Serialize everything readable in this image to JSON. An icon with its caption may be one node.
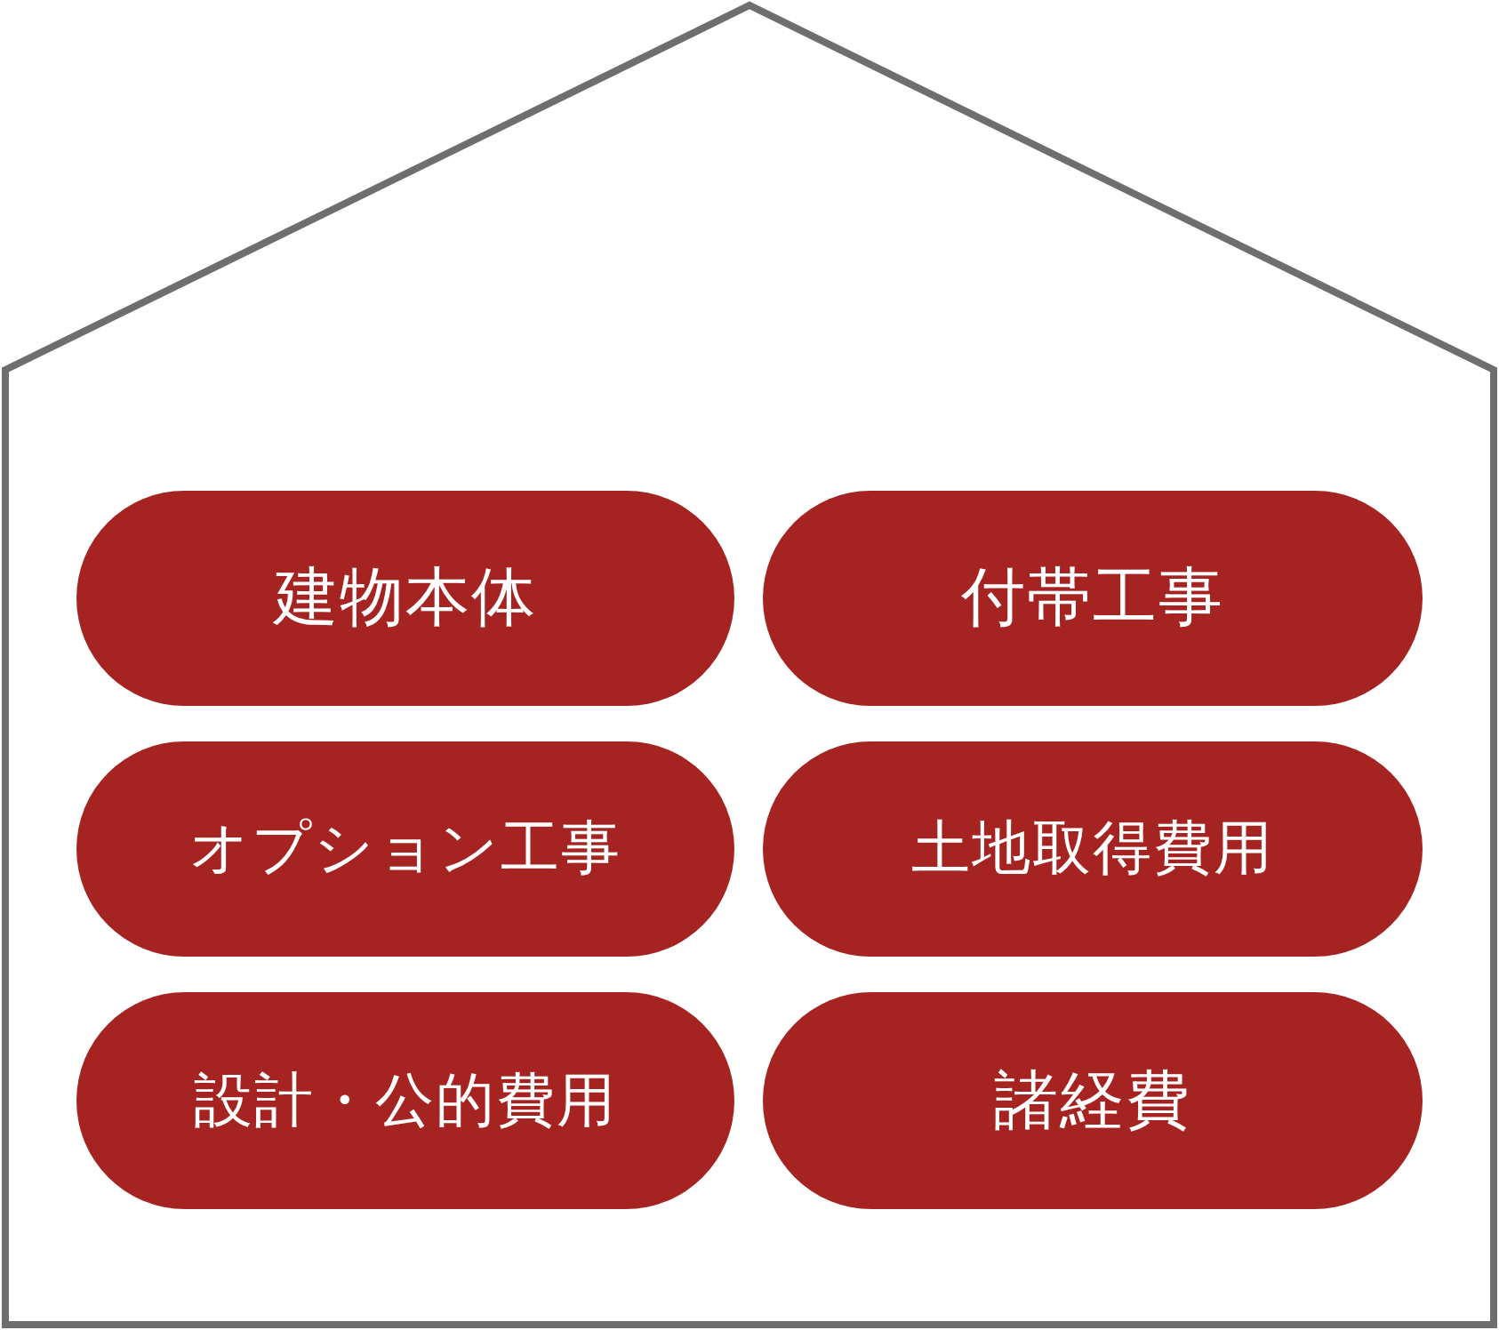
{
  "diagram": {
    "nodes": [
      {
        "text": [],
        "shape": "house"
      },
      {
        "text": [
          "建物本体"
        ],
        "in": 0
      },
      {
        "text": [
          "付帯工事"
        ],
        "in": 0
      },
      {
        "text": [
          "オプション工事"
        ],
        "in": 0
      },
      {
        "text": [
          "土地取得費用"
        ],
        "in": 0
      },
      {
        "text": [
          "設計・公的費用"
        ],
        "in": 0
      },
      {
        "text": [
          "諸経費"
        ],
        "in": 0
      }
    ]
  }
}
